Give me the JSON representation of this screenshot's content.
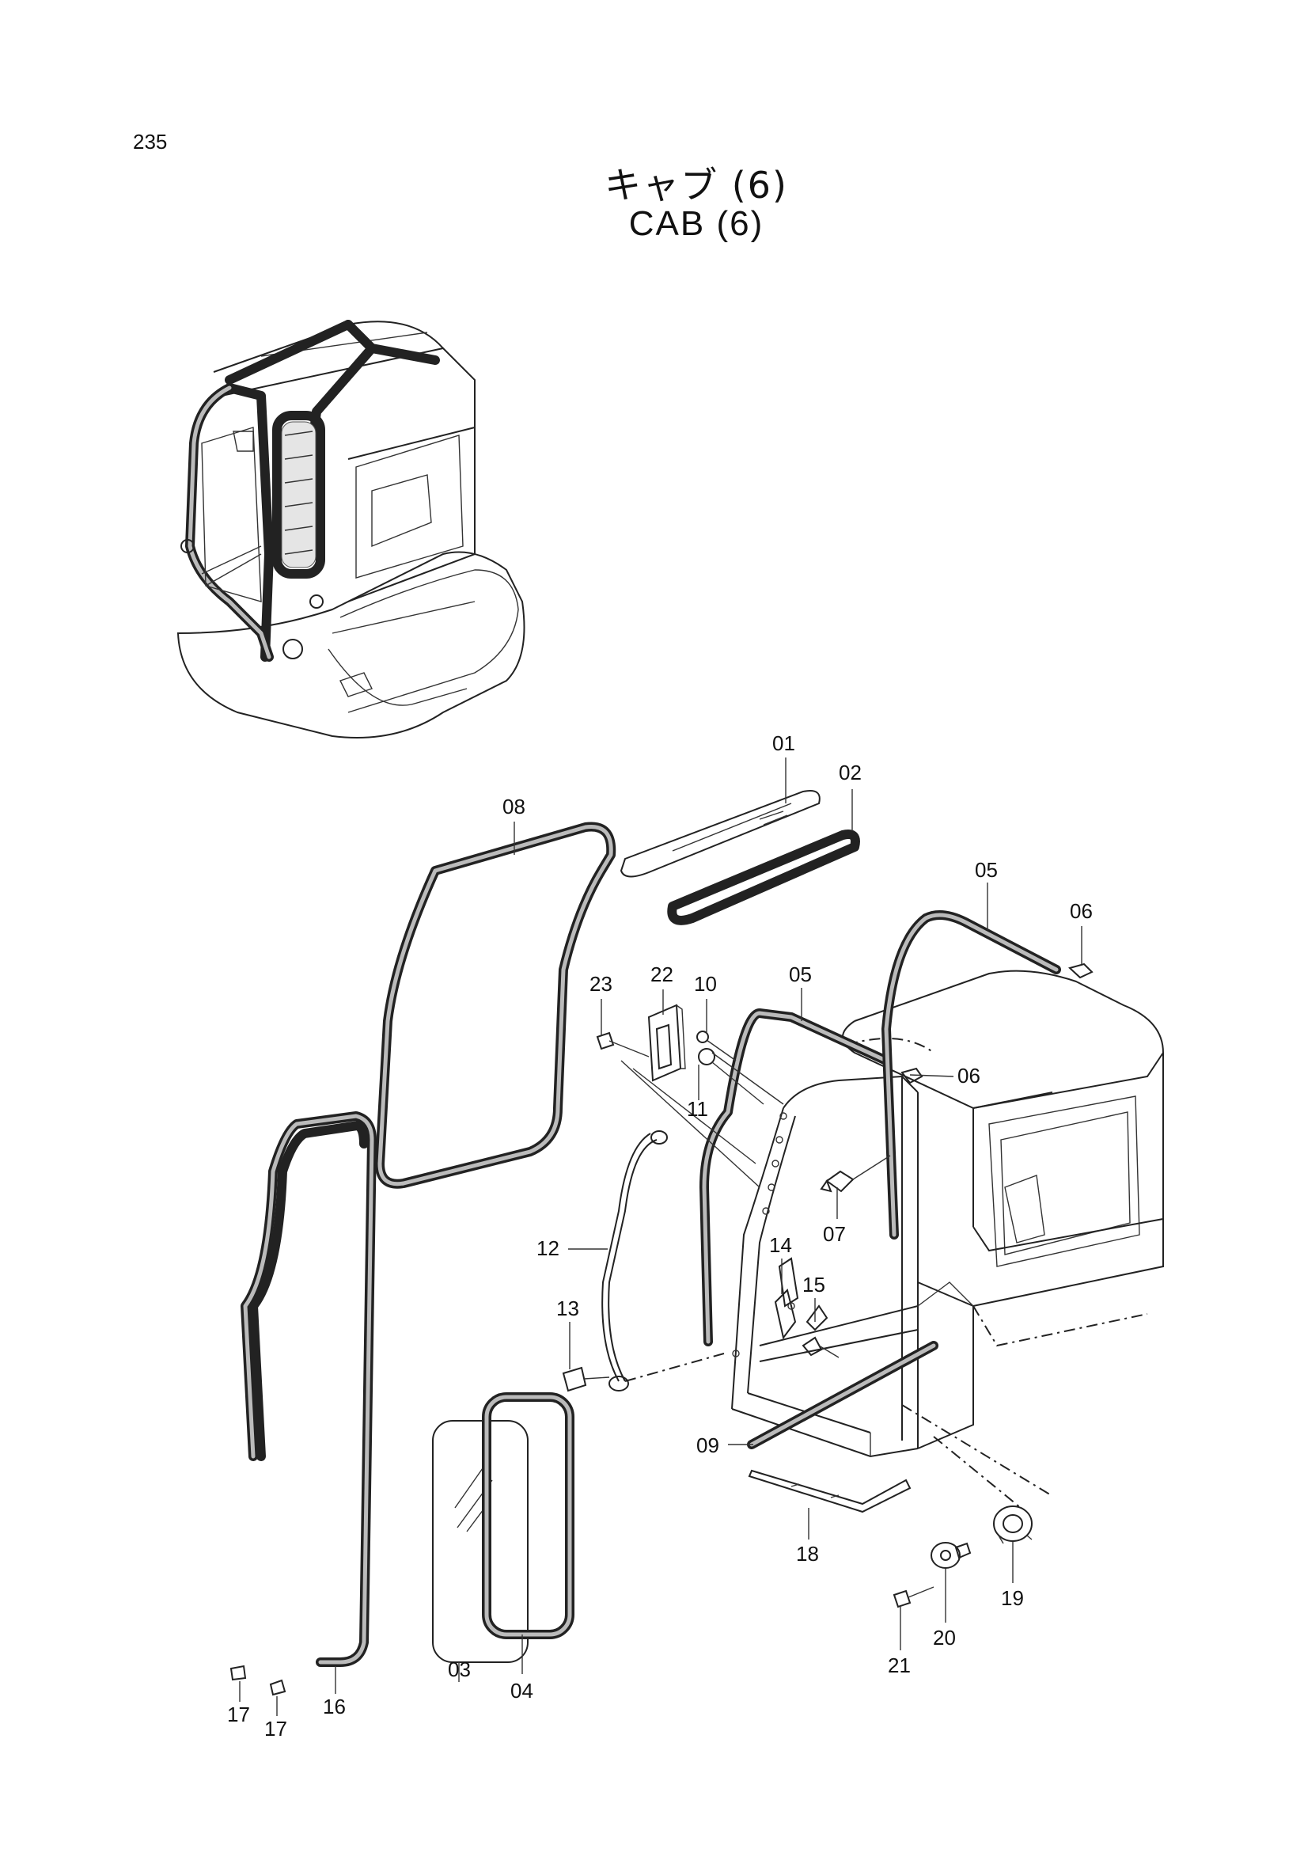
{
  "page_number": "235",
  "title_jp": "キャブ (6)",
  "title_en": "CAB (6)",
  "part_labels": {
    "p01": "01",
    "p02": "02",
    "p03": "03",
    "p04": "04",
    "p05a": "05",
    "p05b": "05",
    "p06a": "06",
    "p06b": "06",
    "p07": "07",
    "p08": "08",
    "p09": "09",
    "p10": "10",
    "p11": "11",
    "p12": "12",
    "p13": "13",
    "p14": "14",
    "p15": "15",
    "p16": "16",
    "p17a": "17",
    "p17b": "17",
    "p18": "18",
    "p19": "19",
    "p20": "20",
    "p21": "21",
    "p22": "22",
    "p23": "23"
  }
}
